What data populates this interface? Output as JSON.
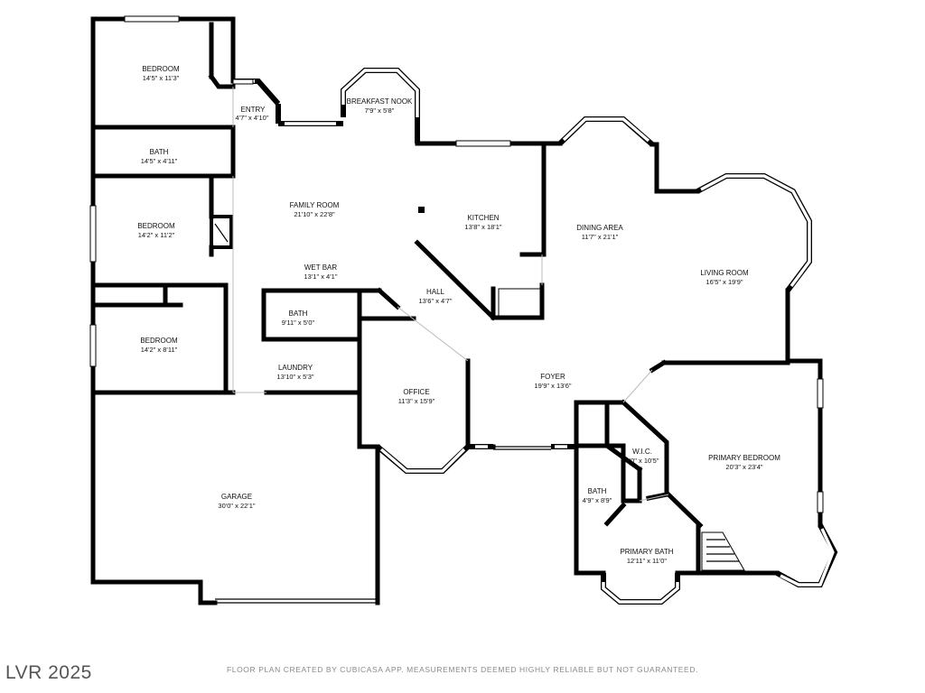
{
  "rooms": {
    "bedroom_1": {
      "name": "BEDROOM",
      "dim": "14'5\" x 11'3\""
    },
    "entry": {
      "name": "ENTRY",
      "dim": "4'7\" x 4'10\""
    },
    "breakfast_nook": {
      "name": "BREAKFAST NOOK",
      "dim": "7'9\" x 5'8\""
    },
    "bath_1": {
      "name": "BATH",
      "dim": "14'5\" x 4'11\""
    },
    "family_room": {
      "name": "FAMILY ROOM",
      "dim": "21'10\" x 22'8\""
    },
    "kitchen": {
      "name": "KITCHEN",
      "dim": "13'8\" x 18'1\""
    },
    "dining_area": {
      "name": "DINING AREA",
      "dim": "11'7\" x 21'1\""
    },
    "bedroom_2": {
      "name": "BEDROOM",
      "dim": "14'2\" x 11'2\""
    },
    "living_room": {
      "name": "LIVING ROOM",
      "dim": "16'5\" x 19'9\""
    },
    "wet_bar": {
      "name": "WET BAR",
      "dim": "13'1\" x 4'1\""
    },
    "hall": {
      "name": "HALL",
      "dim": "13'6\" x 4'7\""
    },
    "bath_2": {
      "name": "BATH",
      "dim": "9'11\" x 5'0\""
    },
    "bedroom_3": {
      "name": "BEDROOM",
      "dim": "14'2\" x 8'11\""
    },
    "laundry": {
      "name": "LAUNDRY",
      "dim": "13'10\" x 5'3\""
    },
    "foyer": {
      "name": "FOYER",
      "dim": "19'9\" x 13'6\""
    },
    "office": {
      "name": "OFFICE",
      "dim": "11'3\" x 15'9\""
    },
    "wic": {
      "name": "W.I.C.",
      "dim": "6'0\" x 10'5\""
    },
    "primary_bedroom": {
      "name": "PRIMARY BEDROOM",
      "dim": "20'3\" x 23'4\""
    },
    "bath_3": {
      "name": "BATH",
      "dim": "4'9\" x 8'9\""
    },
    "garage": {
      "name": "GARAGE",
      "dim": "30'0\" x 22'1\""
    },
    "primary_bath": {
      "name": "PRIMARY BATH",
      "dim": "12'11\" x 11'0\""
    }
  },
  "watermark": "LVR 2025",
  "disclaimer": "FLOOR PLAN CREATED BY CUBICASA APP. MEASUREMENTS DEEMED HIGHLY RELIABLE BUT NOT GUARANTEED."
}
